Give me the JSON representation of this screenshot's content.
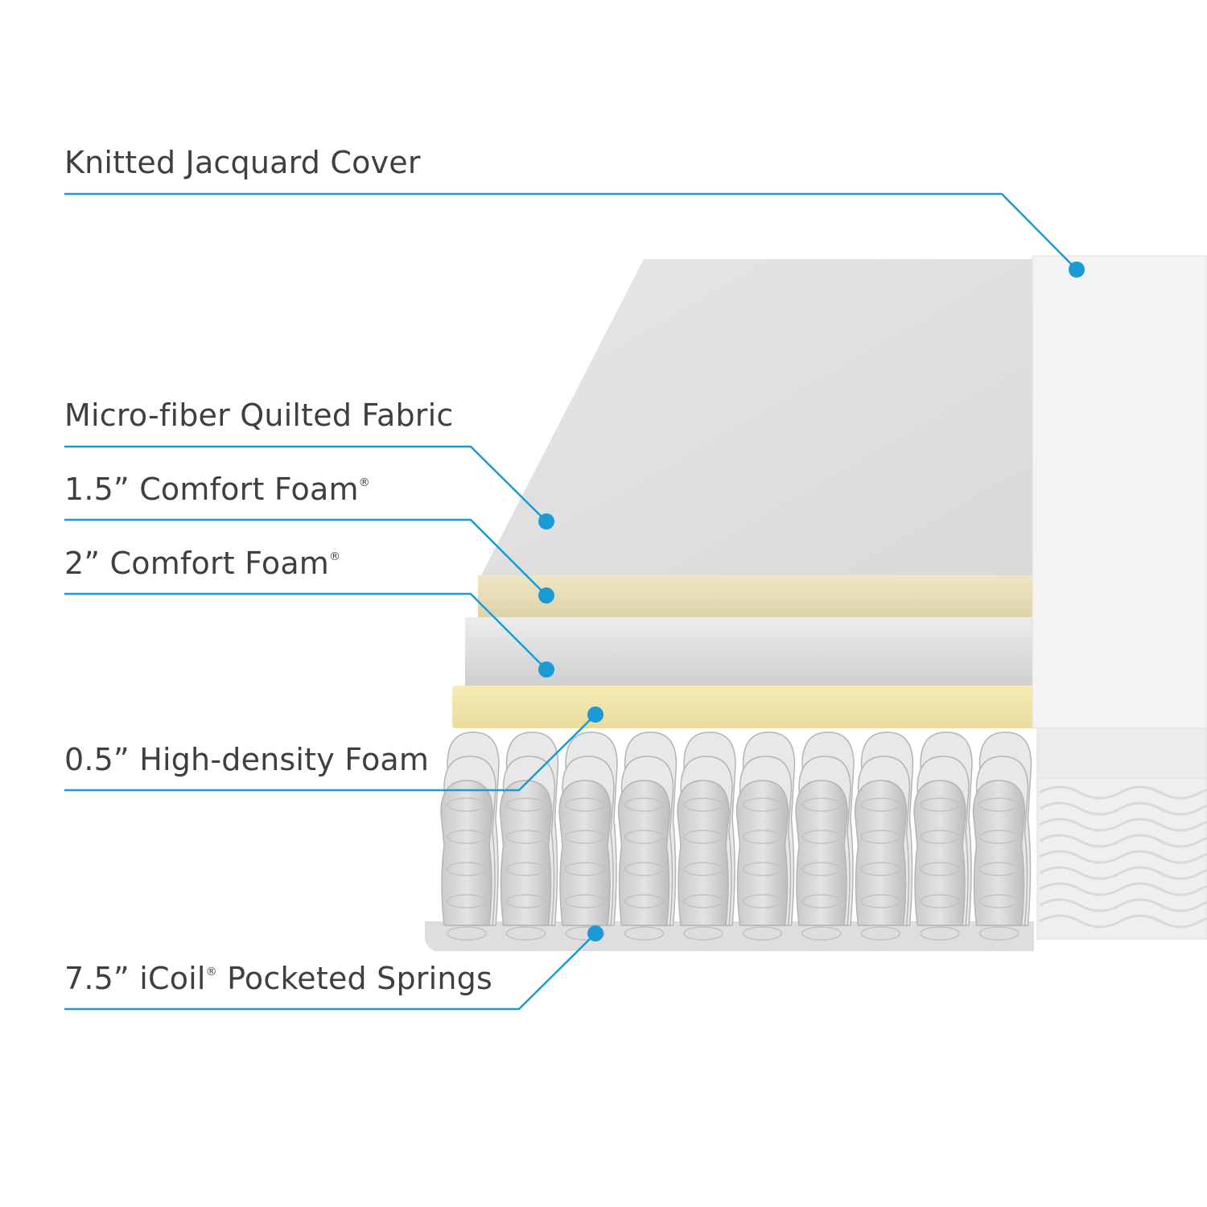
{
  "accent_color": "#1b9ad6",
  "text_color": "#3f3f41",
  "callouts": [
    {
      "label": "Knitted Jacquard Cover",
      "reg": ""
    },
    {
      "label": "Micro-fiber Quilted Fabric",
      "reg": ""
    },
    {
      "label": "1.5” Comfort Foam",
      "reg": "®"
    },
    {
      "label": "2” Comfort Foam",
      "reg": "®"
    },
    {
      "label": "0.5” High-density Foam",
      "reg": ""
    },
    {
      "label": "7.5” iCoil",
      "reg": "®",
      "suffix": " Pocketed Springs"
    }
  ]
}
